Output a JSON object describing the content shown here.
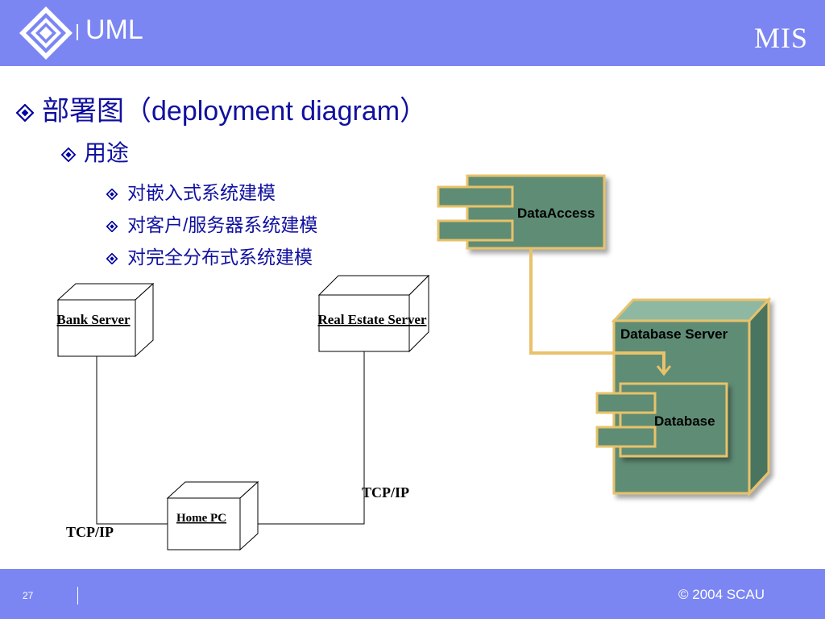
{
  "header": {
    "title": "UML",
    "brand": "MIS"
  },
  "content": {
    "heading": "部署图（deployment diagram）",
    "subheading": "用途",
    "items": [
      "对嵌入式系统建模",
      "对客户/服务器系统建模",
      "对完全分布式系统建模"
    ]
  },
  "diagram": {
    "nodes": {
      "bank": "Bank Server",
      "realestate": "Real Estate Server",
      "homepc": "Home PC",
      "dbserver": "Database Server"
    },
    "components": {
      "dataaccess": "DataAccess",
      "database": "Database"
    },
    "links": {
      "left": "TCP/IP",
      "right": "TCP/IP"
    },
    "colors": {
      "component_fill": "#5E8C74",
      "component_border": "#E8C26A",
      "node_fill": "#5E8C74"
    }
  },
  "footer": {
    "page": "27",
    "copyright": "© 2004 SCAU"
  }
}
